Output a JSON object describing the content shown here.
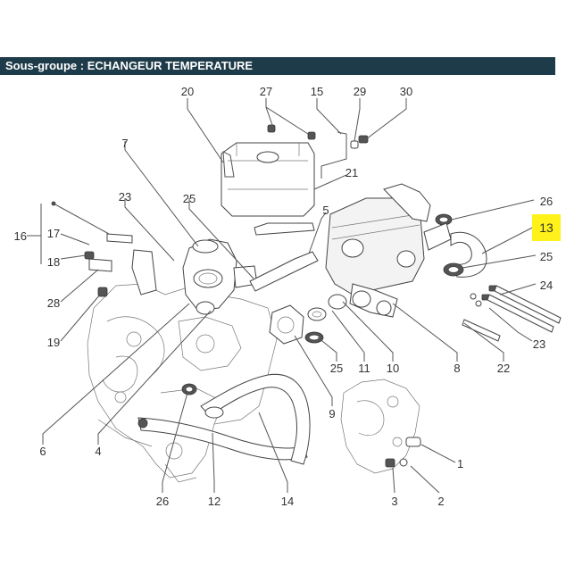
{
  "header": {
    "title": "Sous-groupe : ECHANGEUR TEMPERATURE"
  },
  "highlight_color": "#fff21a",
  "header_color": "#1e3b49",
  "callouts": {
    "c1": "1",
    "c2": "2",
    "c3": "3",
    "c4": "4",
    "c5": "5",
    "c6": "6",
    "c7": "7",
    "c8": "8",
    "c9": "9",
    "c10": "10",
    "c11": "11",
    "c12": "12",
    "c13": "13",
    "c14": "14",
    "c15": "15",
    "c16": "16",
    "c17": "17",
    "c18": "18",
    "c19": "19",
    "c20": "20",
    "c21": "21",
    "c22": "22",
    "c23a": "23",
    "c23b": "23",
    "c24": "24",
    "c25a": "25",
    "c25b": "25",
    "c25c": "25",
    "c26a": "26",
    "c26b": "26",
    "c27": "27",
    "c28": "28",
    "c29": "29",
    "c30": "30"
  }
}
